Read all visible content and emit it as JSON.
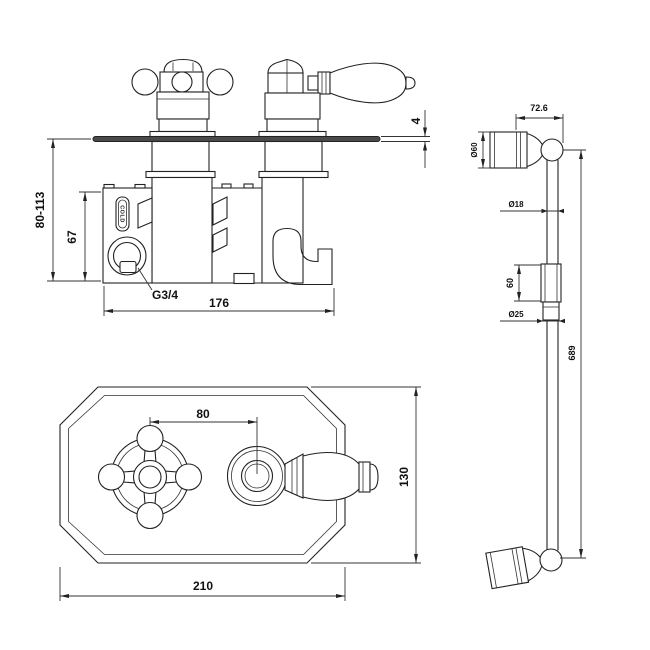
{
  "drawing": {
    "side_view": {
      "depth_range": "80-113",
      "body_height": "67",
      "inlet_thread": "G3/4",
      "body_width": "176",
      "plate_thickness": "4",
      "cold_marking": "COLD"
    },
    "front_view": {
      "handle_spacing": "80",
      "plate_height": "130",
      "plate_width": "210"
    },
    "slide_rail": {
      "bracket_projection": "72.6",
      "bracket_diameter": "Ø60",
      "tube_diameter": "Ø18",
      "slider_height": "60",
      "slider_diameter": "Ø25",
      "rail_length": "689"
    }
  },
  "colors": {
    "line": "#222222",
    "background": "#ffffff"
  }
}
